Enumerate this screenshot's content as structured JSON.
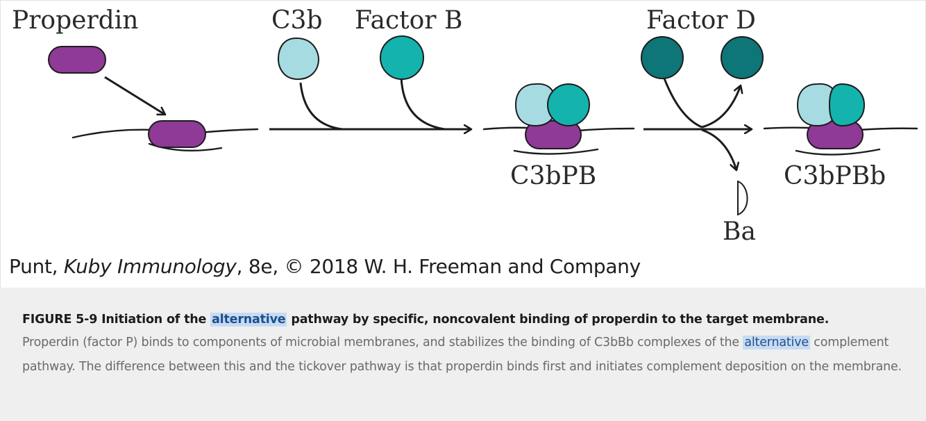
{
  "diagram": {
    "labels": {
      "properdin": "Properdin",
      "c3b": "C3b",
      "factor_b": "Factor B",
      "factor_d": "Factor D",
      "c3bpb": "C3bPB",
      "c3bpbb": "C3bPBb",
      "ba": "Ba"
    },
    "colors": {
      "properdin": "#8e3a96",
      "c3b": "#a7dbe2",
      "factor_b": "#14b3ae",
      "factor_d": "#0e7579",
      "outline": "#1c1c1c"
    }
  },
  "credit": {
    "author": "Punt, ",
    "book": "Kuby Immunology",
    "rest": ", 8e, © 2018 W. H. Freeman and Company"
  },
  "caption": {
    "title_prefix": "FIGURE 5-9 Initiation of the ",
    "title_highlight": "alternative",
    "title_suffix": " pathway by specific, noncovalent binding of properdin to the target membrane.",
    "body_prefix": "Properdin (factor P) binds to components of microbial membranes, and stabilizes the binding of C3bBb complexes of the ",
    "body_highlight": "alternative",
    "body_suffix": " complement pathway. The difference between this and the tickover pathway is that properdin binds first and initiates complement deposition on the membrane."
  }
}
